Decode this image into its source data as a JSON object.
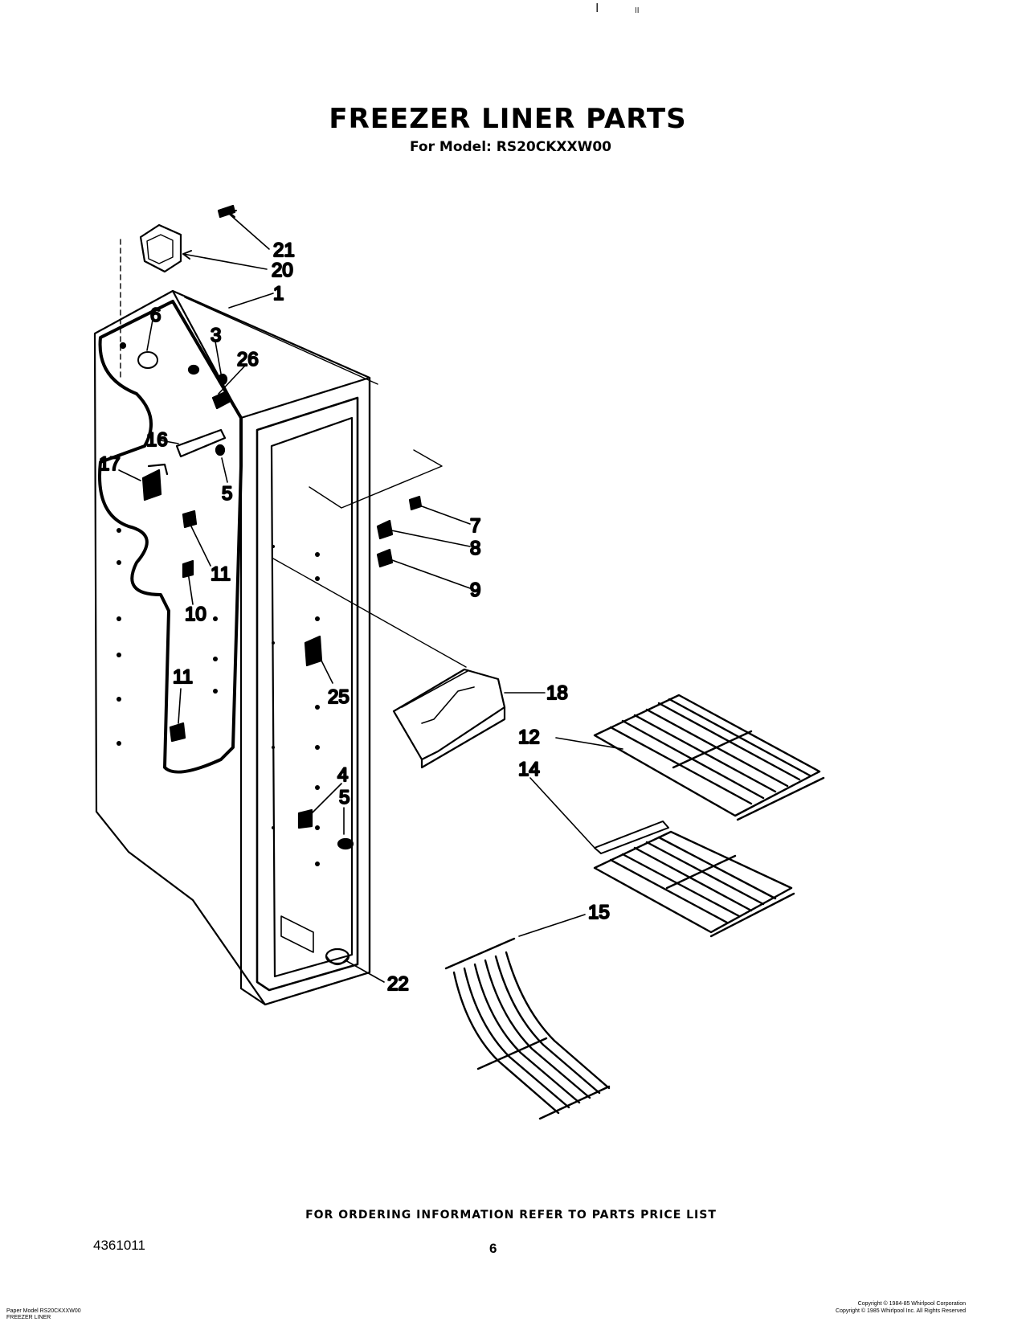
{
  "header": {
    "title": "FREEZER LINER PARTS",
    "subtitle": "For Model: RS20CKXXW00"
  },
  "callouts": [
    "21",
    "20",
    "1",
    "6",
    "3",
    "26",
    "16",
    "17",
    "5",
    "7",
    "8",
    "9",
    "11",
    "10",
    "11",
    "25",
    "18",
    "12",
    "14",
    "4",
    "5",
    "15",
    "22"
  ],
  "footer": {
    "ordering_note": "FOR ORDERING INFORMATION REFER TO PARTS PRICE LIST",
    "doc_number": "4361011",
    "page_number": "6"
  },
  "fine_print": {
    "left": [
      "Paper Model RS20CKXXW00",
      "FREEZER LINER"
    ],
    "right": [
      "Copyright © 1984-85 Whirlpool Corporation",
      "Copyright © 1985 Whirlpool Inc. All Rights Reserved"
    ]
  },
  "scan_marks": [
    "I",
    "II"
  ]
}
